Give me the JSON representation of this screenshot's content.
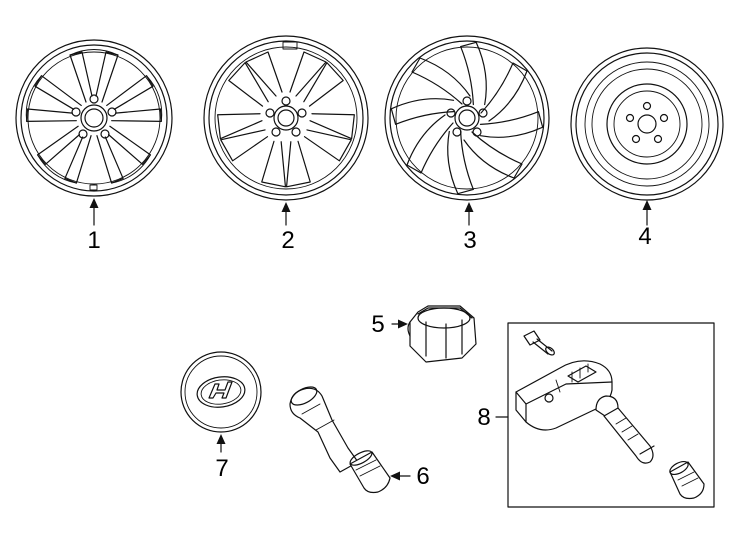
{
  "colors": {
    "line": "#111111",
    "background": "#ffffff"
  },
  "parts": [
    {
      "callout": "1",
      "name": "alloy-wheel-style-1"
    },
    {
      "callout": "2",
      "name": "alloy-wheel-style-2"
    },
    {
      "callout": "3",
      "name": "alloy-wheel-style-3"
    },
    {
      "callout": "4",
      "name": "spare-wheel"
    },
    {
      "callout": "5",
      "name": "lug-nut"
    },
    {
      "callout": "6",
      "name": "valve-stem"
    },
    {
      "callout": "7",
      "name": "center-cap"
    },
    {
      "callout": "8",
      "name": "tpms-sensor-kit"
    }
  ]
}
